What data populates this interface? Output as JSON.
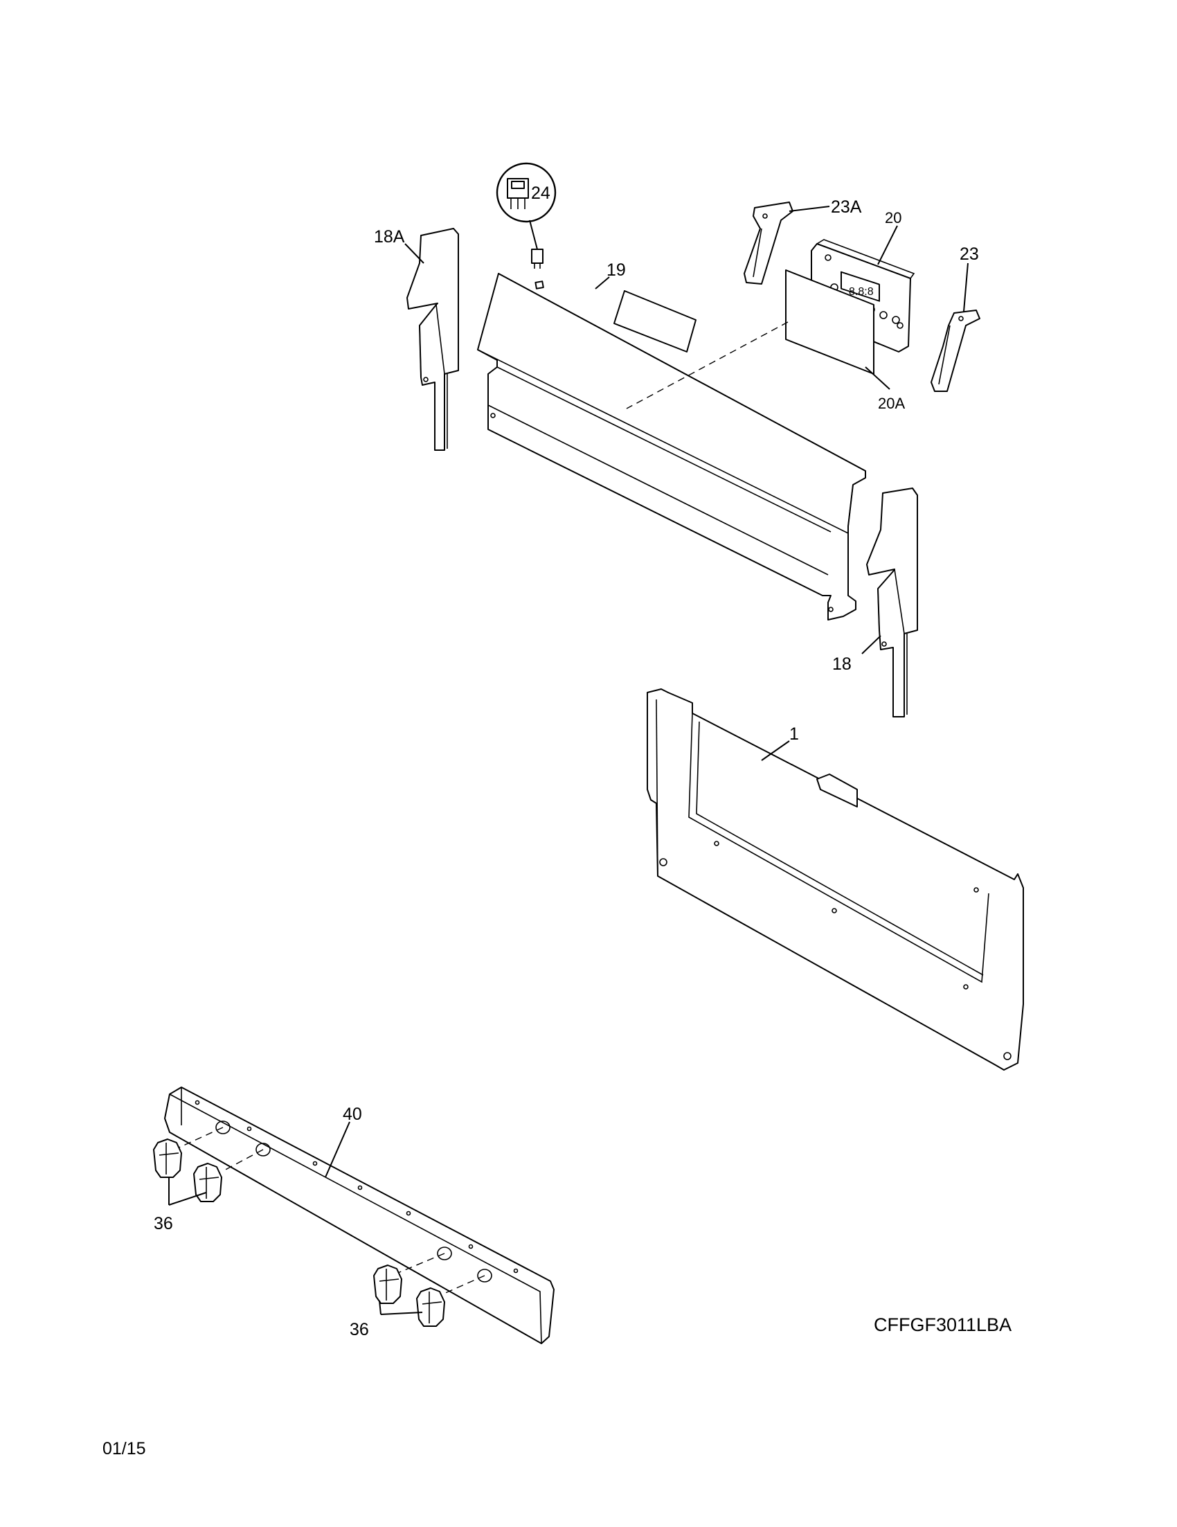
{
  "model_number": "CFFGF3011LBA",
  "date_code": "01/15",
  "callouts": {
    "p1": "1",
    "p18": "18",
    "p18a": "18A",
    "p19": "19",
    "p20": "20",
    "p20a": "20A",
    "p23": "23",
    "p23a": "23A",
    "p24": "24",
    "p36_upper": "36",
    "p36_lower": "36",
    "p40": "40"
  }
}
